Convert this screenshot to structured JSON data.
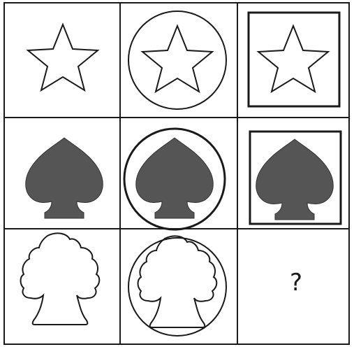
{
  "puzzle": {
    "rows": [
      {
        "shape": "star",
        "fill": "outline",
        "frames": [
          "none",
          "circle",
          "square"
        ]
      },
      {
        "shape": "spade",
        "fill": "solid",
        "frames": [
          "none",
          "circle",
          "square"
        ]
      },
      {
        "shape": "cloud-tree",
        "fill": "outline",
        "frames": [
          "none",
          "circle",
          "unknown"
        ]
      }
    ],
    "missing_cell": {
      "row": 3,
      "column": 3,
      "label": "?"
    }
  },
  "colors": {
    "ink": "#1a1a1a",
    "spade_fill": "#555555",
    "background": "#ffffff"
  }
}
